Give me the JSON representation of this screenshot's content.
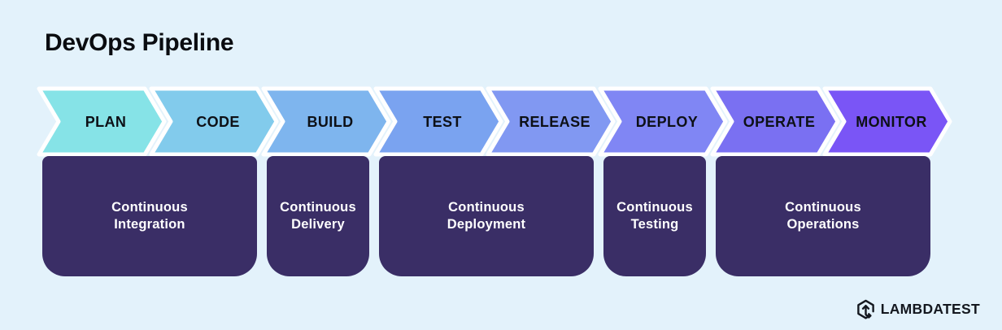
{
  "title": "DevOps Pipeline",
  "background_color": "#E3F2FB",
  "pipeline": {
    "label_color": "#0D1016",
    "stages": [
      {
        "label": "PLAN",
        "color": "#86E3E7"
      },
      {
        "label": "CODE",
        "color": "#82CBEC"
      },
      {
        "label": "BUILD",
        "color": "#7EB5EE"
      },
      {
        "label": "TEST",
        "color": "#7AA3F0"
      },
      {
        "label": "RELEASE",
        "color": "#8198F2"
      },
      {
        "label": "DEPLOY",
        "color": "#8086F4"
      },
      {
        "label": "OPERATE",
        "color": "#7A70F2"
      },
      {
        "label": "MONITOR",
        "color": "#7A55F6"
      }
    ],
    "phase_box_color": "#3A2E66",
    "phase_text_color": "#FFFFFF",
    "phases": [
      {
        "id": "continuous-integration",
        "label": "Continuous\nIntegration",
        "span": {
          "from": 0,
          "to": 1
        }
      },
      {
        "id": "continuous-delivery",
        "label": "Continuous\nDelivery",
        "span": {
          "from": 2,
          "to": 2
        }
      },
      {
        "id": "continuous-deployment",
        "label": "Continuous\nDeployment",
        "span": {
          "from": 3,
          "to": 4
        }
      },
      {
        "id": "continuous-testing",
        "label": "Continuous\nTesting",
        "span": {
          "from": 5,
          "to": 5
        }
      },
      {
        "id": "continuous-operations",
        "label": "Continuous\nOperations",
        "span": {
          "from": 6,
          "to": 7
        }
      }
    ]
  },
  "logo": {
    "text": "LAMBDATEST"
  }
}
